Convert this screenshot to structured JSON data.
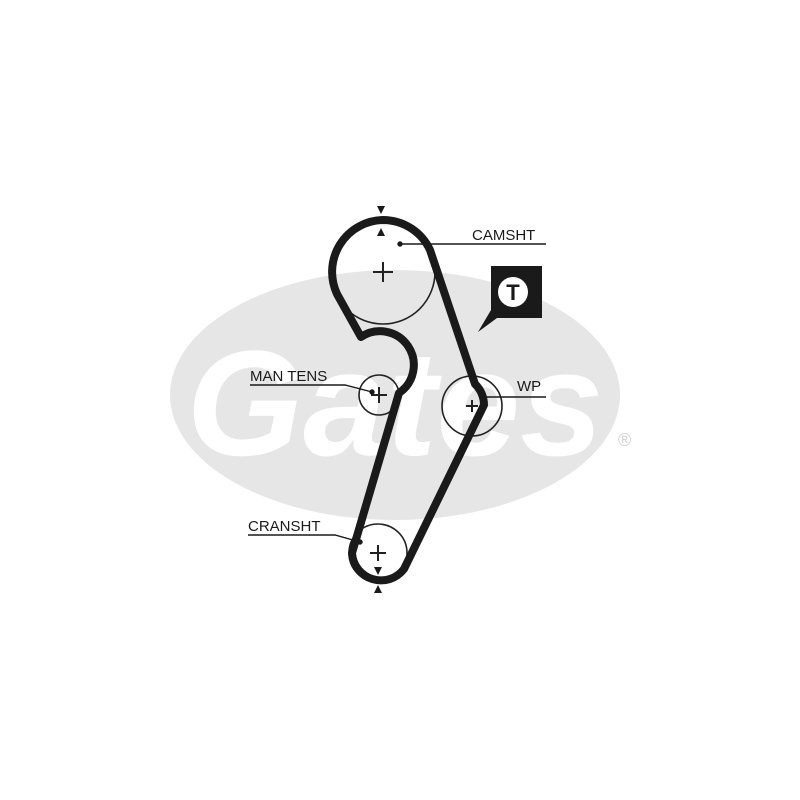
{
  "diagram": {
    "labels": {
      "camshaft": "CAMSHT",
      "manual_tensioner": "MAN TENS",
      "water_pump": "WP",
      "crankshaft": "CRANSHT"
    },
    "badge_letter": "T",
    "watermark": {
      "brand": "Gates",
      "registered_mark": "®",
      "color": "#e6e6e6"
    },
    "colors": {
      "belt": "#1a1a1a",
      "pulley_stroke": "#222222",
      "badge": "#1a1a1a"
    }
  }
}
